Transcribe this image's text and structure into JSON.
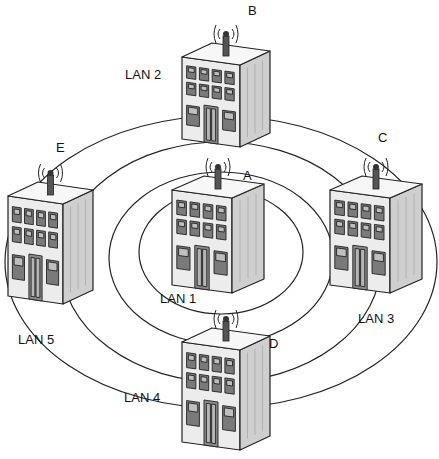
{
  "diagram": {
    "nodes": [
      {
        "text": [
          "B",
          "LAN 2"
        ]
      },
      {
        "text": [
          "C",
          "LAN 3"
        ]
      },
      {
        "text": [
          "E",
          "LAN 5"
        ]
      },
      {
        "text": [
          "A",
          "LAN 1"
        ]
      },
      {
        "text": [
          "D",
          "LAN 4"
        ]
      }
    ]
  }
}
